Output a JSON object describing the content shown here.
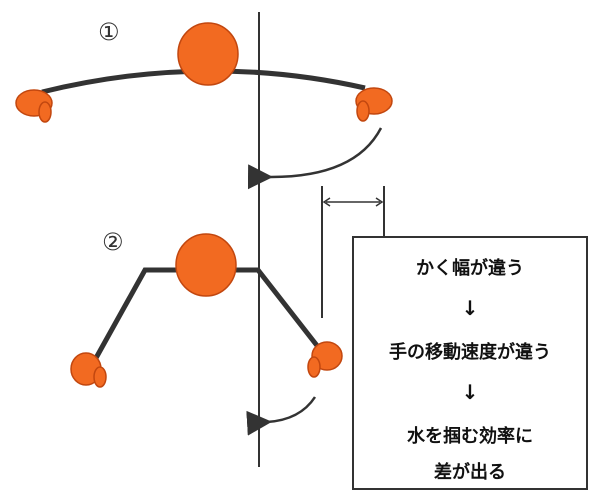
{
  "labels": {
    "first": "①",
    "second": "②"
  },
  "explanation": {
    "line1": "かく幅が違う",
    "arrow1": "↓",
    "line2": "手の移動速度が違う",
    "arrow2": "↓",
    "line3": "水を掴む効率に",
    "line4": "差が出る"
  },
  "colors": {
    "figure_fill": "#f26a21",
    "figure_stroke": "#c2470f",
    "arm_line": "#333333",
    "axis_line": "#333333",
    "text": "#111111"
  }
}
